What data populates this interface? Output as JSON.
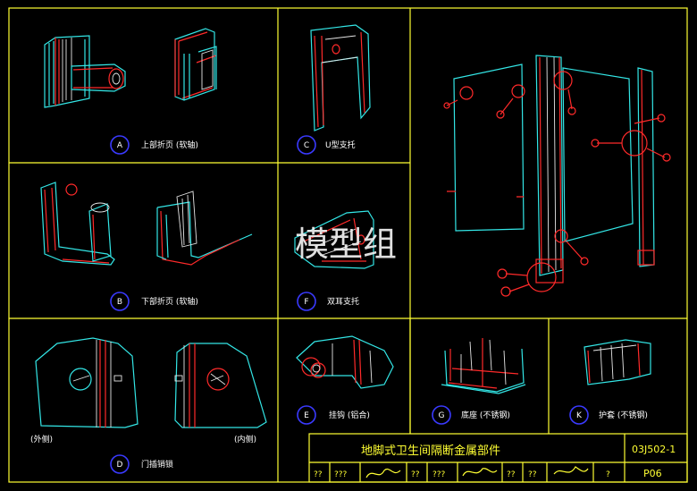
{
  "watermark": "模型组",
  "panels": {
    "A": {
      "letter": "A",
      "caption": "上部折页 (软轴)"
    },
    "B": {
      "letter": "B",
      "caption": "下部折页 (软轴)"
    },
    "C": {
      "letter": "C",
      "caption": "U型支托"
    },
    "F": {
      "letter": "F",
      "caption": "双耳支托"
    },
    "D": {
      "letter": "D",
      "caption": "门插销锁",
      "left_note": "(外侧)",
      "right_note": "(内侧)"
    },
    "E": {
      "letter": "E",
      "caption": "挂钩 (铝合)"
    },
    "G": {
      "letter": "G",
      "caption": "底座 (不锈钢)"
    },
    "K": {
      "letter": "K",
      "caption": "护套 (不锈钢)"
    }
  },
  "title_block": {
    "title": "地脚式卫生间隔断金属部件",
    "drawing_no": "03J502-1",
    "page": "P06",
    "row": [
      "??",
      "???",
      "??",
      "??",
      "???",
      "??",
      "??",
      "??",
      "?"
    ]
  },
  "colors": {
    "frame": "#ffff33",
    "outline": "#33e6e6",
    "detail": "#ff2a2a",
    "callout": "#3a3aff"
  }
}
